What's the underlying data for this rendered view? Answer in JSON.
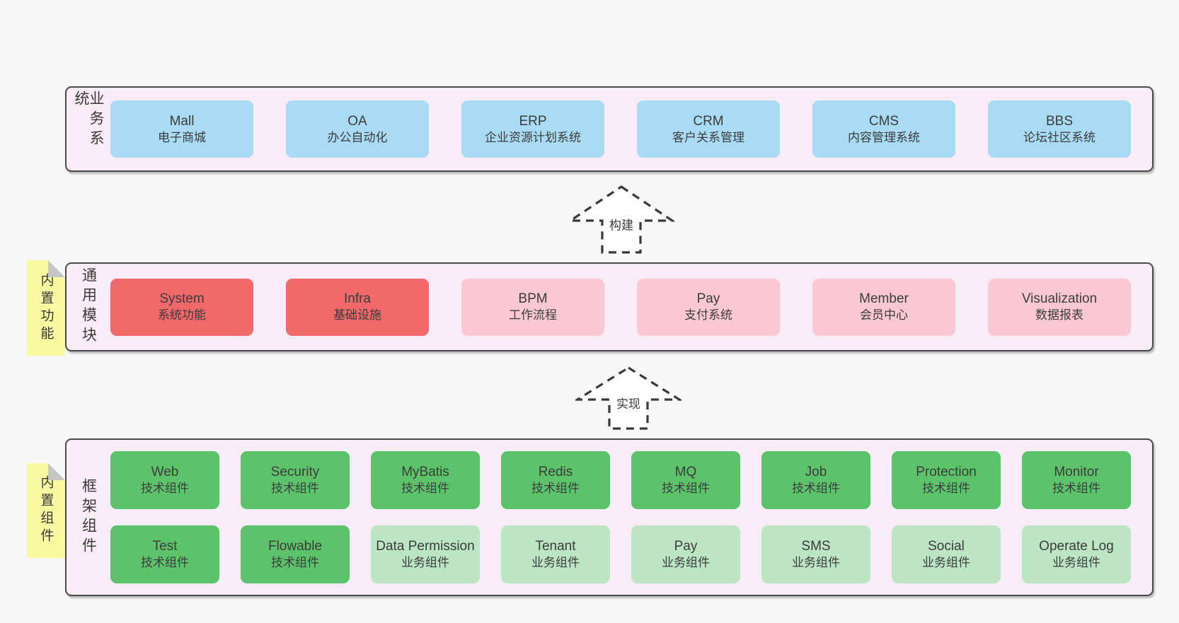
{
  "diagram": {
    "arrows": [
      {
        "label": "构建"
      },
      {
        "label": "实现"
      }
    ],
    "layers": [
      {
        "title": "业务系统",
        "tab": null,
        "rows": [
          [
            {
              "name": "Mall",
              "desc": "电子商城",
              "type": "blue"
            },
            {
              "name": "OA",
              "desc": "办公自动化",
              "type": "blue"
            },
            {
              "name": "ERP",
              "desc": "企业资源计划系统",
              "type": "blue"
            },
            {
              "name": "CRM",
              "desc": "客户关系管理",
              "type": "blue"
            },
            {
              "name": "CMS",
              "desc": "内容管理系统",
              "type": "blue"
            },
            {
              "name": "BBS",
              "desc": "论坛社区系统",
              "type": "blue"
            }
          ]
        ]
      },
      {
        "title": "通用模块",
        "tab": "内置功能",
        "rows": [
          [
            {
              "name": "System",
              "desc": "系统功能",
              "type": "red"
            },
            {
              "name": "Infra",
              "desc": "基础设施",
              "type": "red"
            },
            {
              "name": "BPM",
              "desc": "工作流程",
              "type": "pink"
            },
            {
              "name": "Pay",
              "desc": "支付系统",
              "type": "pink"
            },
            {
              "name": "Member",
              "desc": "会员中心",
              "type": "pink"
            },
            {
              "name": "Visualization",
              "desc": "数据报表",
              "type": "pink"
            }
          ]
        ]
      },
      {
        "title": "框架组件",
        "tab": "内置组件",
        "rows": [
          [
            {
              "name": "Web",
              "desc": "技术组件",
              "type": "green-dark"
            },
            {
              "name": "Security",
              "desc": "技术组件",
              "type": "green-dark"
            },
            {
              "name": "MyBatis",
              "desc": "技术组件",
              "type": "green-dark"
            },
            {
              "name": "Redis",
              "desc": "技术组件",
              "type": "green-dark"
            },
            {
              "name": "MQ",
              "desc": "技术组件",
              "type": "green-dark"
            },
            {
              "name": "Job",
              "desc": "技术组件",
              "type": "green-dark"
            },
            {
              "name": "Protection",
              "desc": "技术组件",
              "type": "green-dark"
            },
            {
              "name": "Monitor",
              "desc": "技术组件",
              "type": "green-dark"
            }
          ],
          [
            {
              "name": "Test",
              "desc": "技术组件",
              "type": "green-dark"
            },
            {
              "name": "Flowable",
              "desc": "技术组件",
              "type": "green-dark"
            },
            {
              "name": "Data Permission",
              "desc": "业务组件",
              "type": "green-light"
            },
            {
              "name": "Tenant",
              "desc": "业务组件",
              "type": "green-light"
            },
            {
              "name": "Pay",
              "desc": "业务组件",
              "type": "green-light"
            },
            {
              "name": "SMS",
              "desc": "业务组件",
              "type": "green-light"
            },
            {
              "name": "Social",
              "desc": "业务组件",
              "type": "green-light"
            },
            {
              "name": "Operate Log",
              "desc": "业务组件",
              "type": "green-light"
            }
          ]
        ]
      }
    ],
    "colors": {
      "page_bg": "#f7f7f7",
      "container_bg": "#f8edf6",
      "container_border": "#4a4a4a",
      "blue": "#a9dcf4",
      "red": "#f2696b",
      "pink": "#f9c8d3",
      "green_dark": "#5cc36a",
      "green_light": "#bce5c4",
      "tab_yellow": "#f9f9a1",
      "fold_gray": "#c6c6c6",
      "arrow_stroke": "#3a3a3a"
    }
  }
}
